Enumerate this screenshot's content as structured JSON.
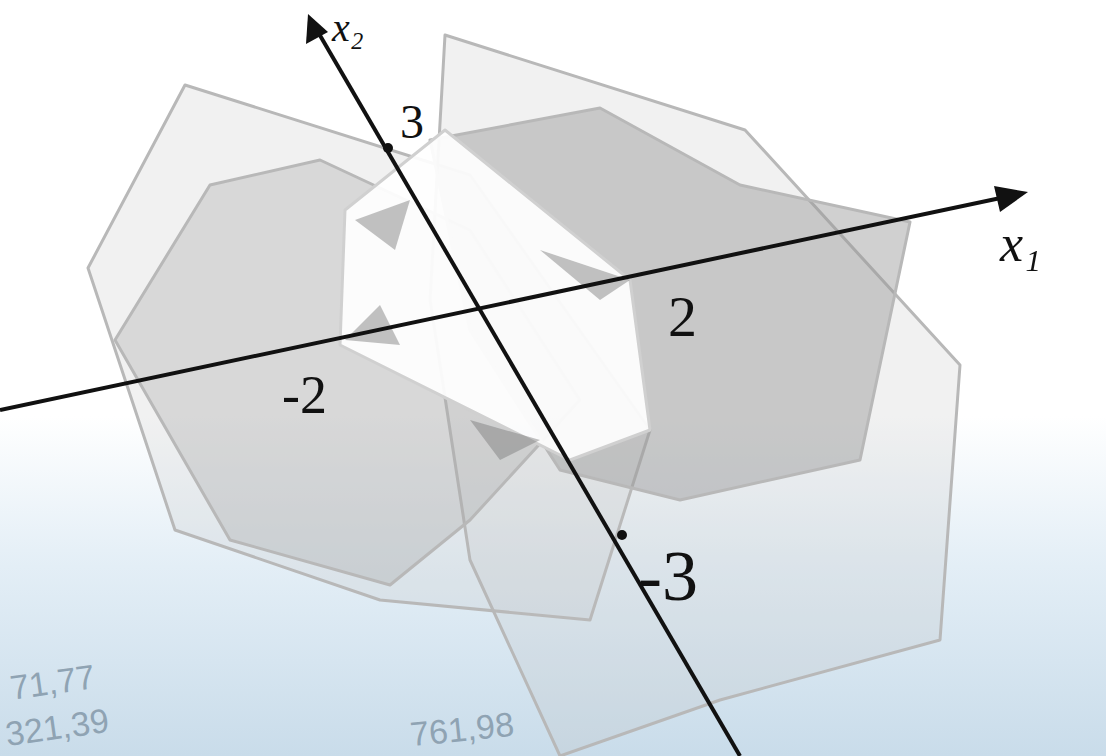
{
  "diagram": {
    "labels": [
      "x₂",
      "x₁",
      "3",
      "2",
      "-2",
      "-3",
      "71,77",
      "321,39",
      "761,98"
    ]
  }
}
